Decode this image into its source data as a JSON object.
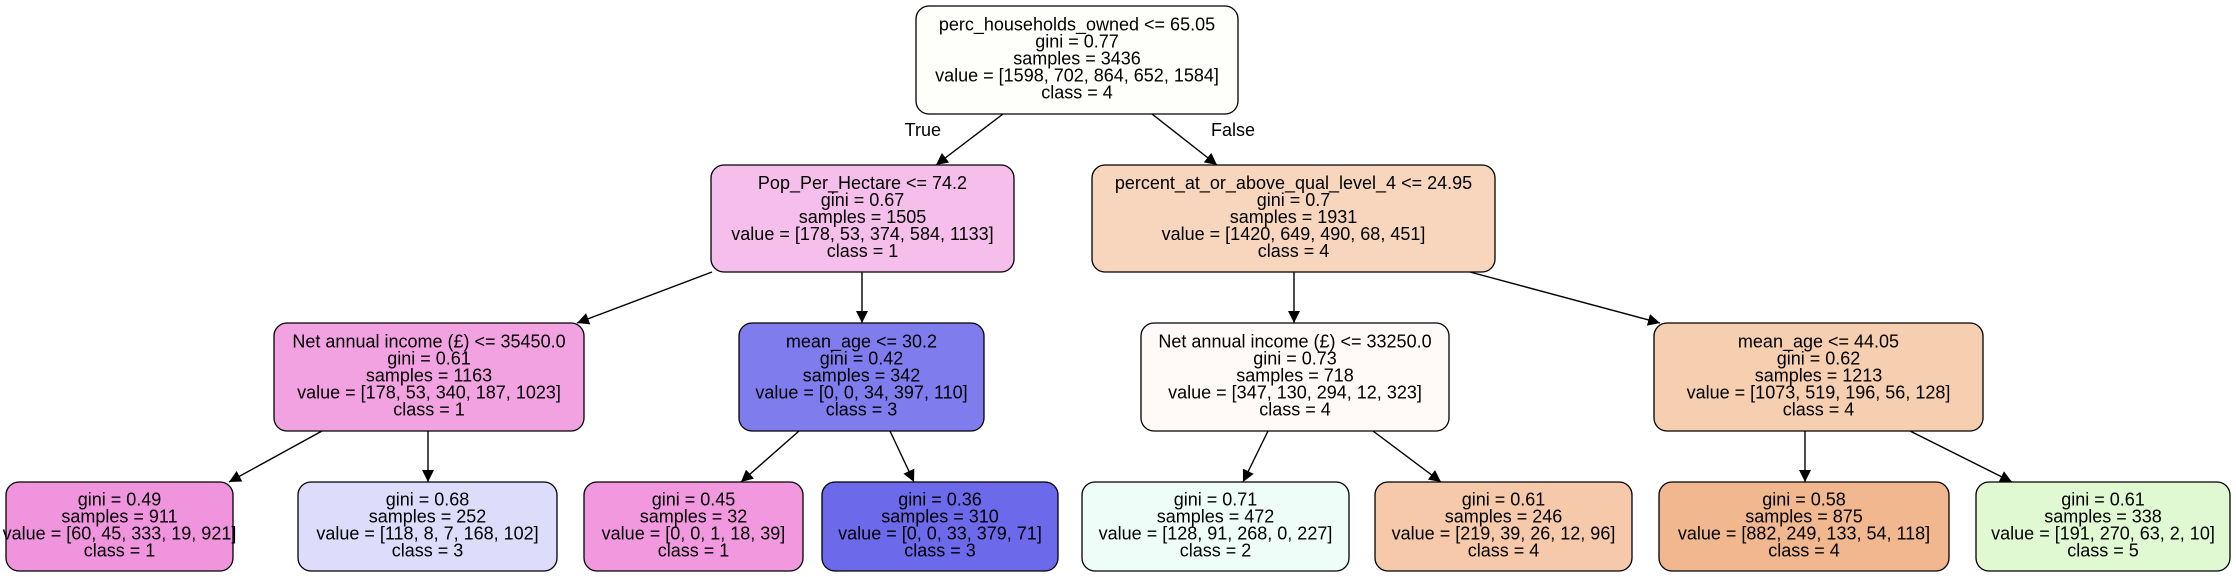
{
  "tree": {
    "nodes": [
      {
        "id": "n0",
        "fill": "#fefefb",
        "lines": [
          "perc_households_owned <= 65.05",
          "gini = 0.77",
          "samples = 3436",
          "value = [1598, 702, 864, 652, 1584]",
          "class = 4"
        ]
      },
      {
        "id": "n1",
        "fill": "#f6bfeb",
        "lines": [
          "Pop_Per_Hectare <= 74.2",
          "gini = 0.67",
          "samples = 1505",
          "value = [178, 53, 374, 584, 1133]",
          "class = 1"
        ]
      },
      {
        "id": "n2",
        "fill": "#f7d6bd",
        "lines": [
          "percent_at_or_above_qual_level_4 <= 24.95",
          "gini = 0.7",
          "samples = 1931",
          "value = [1420, 649, 490, 68, 451]",
          "class = 4"
        ]
      },
      {
        "id": "n3",
        "fill": "#f3a2e1",
        "lines": [
          "Net annual income (£) <= 35450.0",
          "gini = 0.61",
          "samples = 1163",
          "value = [178, 53, 340, 187, 1023]",
          "class = 1"
        ]
      },
      {
        "id": "n4",
        "fill": "#7f7cee",
        "lines": [
          "mean_age <= 30.2",
          "gini = 0.42",
          "samples = 342",
          "value = [0, 0, 34, 397, 110]",
          "class = 3"
        ]
      },
      {
        "id": "n5",
        "fill": "#fffaf7",
        "lines": [
          "Net annual income (£) <= 33250.0",
          "gini = 0.73",
          "samples = 718",
          "value = [347, 130, 294, 12, 323]",
          "class = 4"
        ]
      },
      {
        "id": "n6",
        "fill": "#f6ceb0",
        "lines": [
          "mean_age <= 44.05",
          "gini = 0.62",
          "samples = 1213",
          "value = [1073, 519, 196, 56, 128]",
          "class = 4"
        ]
      },
      {
        "id": "n7",
        "fill": "#f194de",
        "lines": [
          "gini = 0.49",
          "samples = 911",
          "value = [60, 45, 333, 19, 921]",
          "class = 1"
        ]
      },
      {
        "id": "n8",
        "fill": "#dddcfa",
        "lines": [
          "gini = 0.68",
          "samples = 252",
          "value = [118, 8, 7, 168, 102]",
          "class = 3"
        ]
      },
      {
        "id": "n9",
        "fill": "#f298df",
        "lines": [
          "gini = 0.45",
          "samples = 32",
          "value = [0, 0, 1, 18, 39]",
          "class = 1"
        ]
      },
      {
        "id": "n10",
        "fill": "#6d69eb",
        "lines": [
          "gini = 0.36",
          "samples = 310",
          "value = [0, 0, 33, 379, 71]",
          "class = 3"
        ]
      },
      {
        "id": "n11",
        "fill": "#effdf9",
        "lines": [
          "gini = 0.71",
          "samples = 472",
          "value = [128, 91, 268, 0, 227]",
          "class = 2"
        ]
      },
      {
        "id": "n12",
        "fill": "#f5c9a9",
        "lines": [
          "gini = 0.61",
          "samples = 246",
          "value = [219, 39, 26, 12, 96]",
          "class = 4"
        ]
      },
      {
        "id": "n13",
        "fill": "#f1b78e",
        "lines": [
          "gini = 0.58",
          "samples = 875",
          "value = [882, 249, 133, 54, 118]",
          "class = 4"
        ]
      },
      {
        "id": "n14",
        "fill": "#e1f9d2",
        "lines": [
          "gini = 0.61",
          "samples = 338",
          "value = [191, 270, 63, 2, 10]",
          "class = 5"
        ]
      }
    ],
    "edges": [
      {
        "from": "n0",
        "to": "n1",
        "label": "True"
      },
      {
        "from": "n0",
        "to": "n2",
        "label": "False"
      },
      {
        "from": "n1",
        "to": "n3",
        "label": ""
      },
      {
        "from": "n1",
        "to": "n4",
        "label": ""
      },
      {
        "from": "n2",
        "to": "n5",
        "label": ""
      },
      {
        "from": "n2",
        "to": "n6",
        "label": ""
      },
      {
        "from": "n3",
        "to": "n7",
        "label": ""
      },
      {
        "from": "n3",
        "to": "n8",
        "label": ""
      },
      {
        "from": "n4",
        "to": "n9",
        "label": ""
      },
      {
        "from": "n4",
        "to": "n10",
        "label": ""
      },
      {
        "from": "n5",
        "to": "n11",
        "label": ""
      },
      {
        "from": "n5",
        "to": "n12",
        "label": ""
      },
      {
        "from": "n6",
        "to": "n13",
        "label": ""
      },
      {
        "from": "n6",
        "to": "n14",
        "label": ""
      }
    ]
  }
}
